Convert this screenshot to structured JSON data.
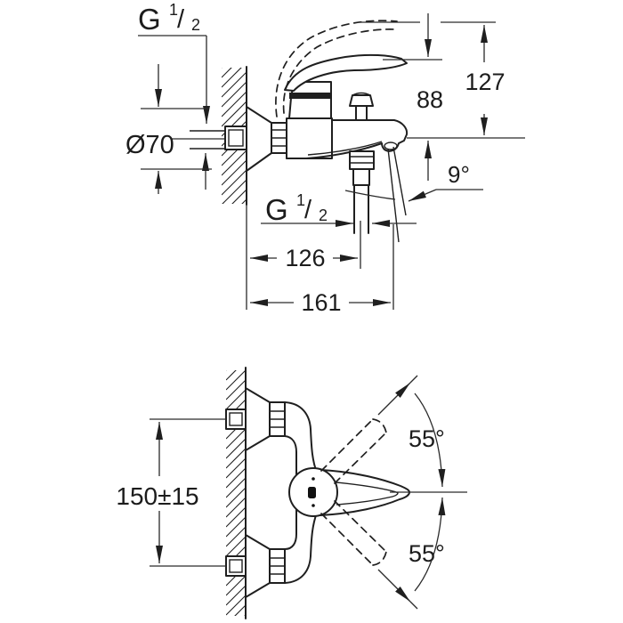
{
  "meta": {
    "title": "Wall-mounted bath/shower mixer — installation dimension drawing",
    "background": "#ffffff",
    "ink": "#1f1f1f"
  },
  "side_view": {
    "thread_top": {
      "g": "G",
      "num": "1",
      "slash": "/",
      "den": "2"
    },
    "flange_diameter": "Ø70",
    "height_open": "127",
    "height_closed": "88",
    "spray_angle": "9°",
    "thread_bottom": {
      "g": "G",
      "num": "1",
      "slash": "/",
      "den": "2"
    },
    "outlet_offset": "126",
    "projection": "161"
  },
  "plan_view": {
    "connection_spacing": "150±15",
    "swivel_up": "55°",
    "swivel_down": "55°"
  }
}
